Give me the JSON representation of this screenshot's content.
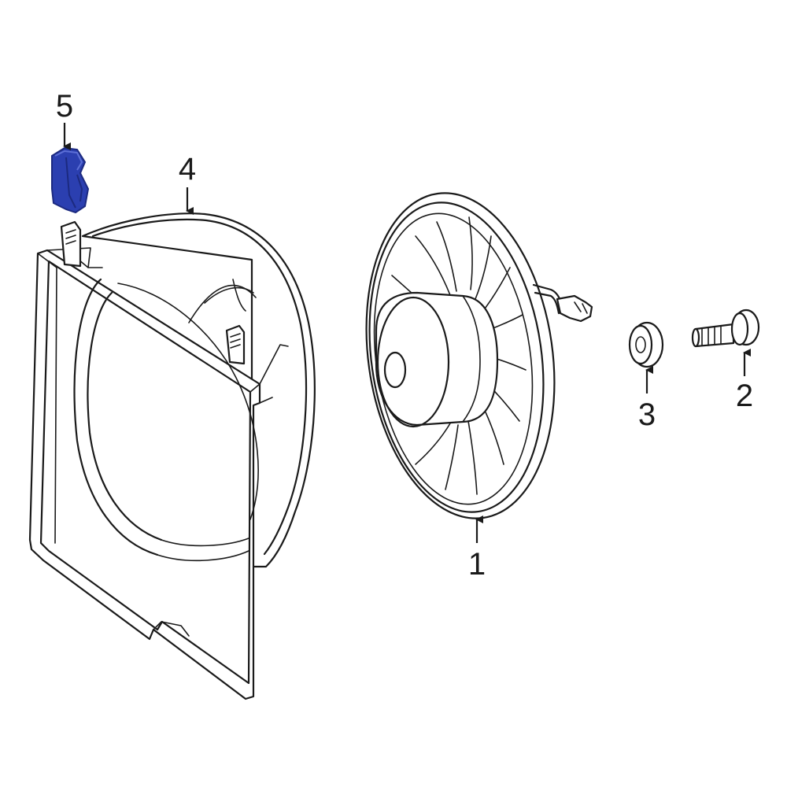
{
  "colors": {
    "line": "#1a1a1a",
    "background": "#ffffff",
    "highlight": "#2b3fb0",
    "highlight_dark": "#1c2a80"
  },
  "callouts": [
    {
      "label": "1",
      "part": "fan-assembly"
    },
    {
      "label": "2",
      "part": "bolt"
    },
    {
      "label": "3",
      "part": "bushing"
    },
    {
      "label": "4",
      "part": "fan-shroud"
    },
    {
      "label": "5",
      "part": "retainer-clip"
    }
  ]
}
